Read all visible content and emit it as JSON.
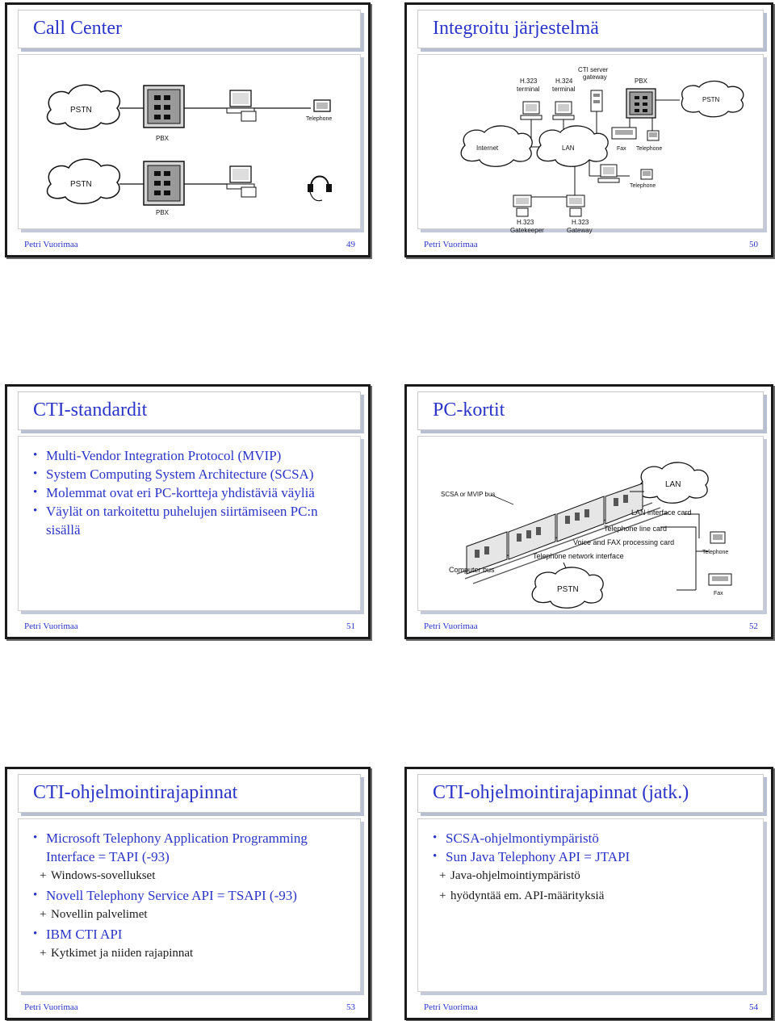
{
  "slides": [
    {
      "title": "Call Center",
      "author": "Petri Vuorimaa",
      "number": "49",
      "diagram": {
        "pstn_top": "PSTN",
        "pbx_top": "PBX",
        "telephone": "Telephone",
        "pstn_bottom": "PSTN",
        "pbx_bottom": "PBX"
      }
    },
    {
      "title": "Integroitu järjestelmä",
      "author": "Petri Vuorimaa",
      "number": "50",
      "diagram": {
        "h323_terminal_1": "H.323",
        "h323_terminal_2": "terminal",
        "h324_terminal_1": "H.324",
        "h324_terminal_2": "terminal",
        "cti_server_1": "CTI server",
        "cti_server_2": "gateway",
        "pbx": "PBX",
        "pstn": "PSTN",
        "internet": "Internet",
        "lan": "LAN",
        "fax": "Fax",
        "telephone_top": "Telephone",
        "telephone_bottom": "Telephone",
        "gatekeeper_1": "H.323",
        "gatekeeper_2": "Gatekeeper",
        "gateway_1": "H.323",
        "gateway_2": "Gateway"
      }
    },
    {
      "title": "CTI-standardit",
      "author": "Petri Vuorimaa",
      "number": "51",
      "bullets": [
        "Multi-Vendor Integration Protocol (MVIP)",
        "System Computing System Architecture (SCSA)",
        "Molemmat ovat eri PC-kortteja yhdistäviä väyliä",
        "Väylät on tarkoitettu puhelujen siirtämiseen PC:n sisällä"
      ]
    },
    {
      "title": "PC-kortit",
      "author": "Petri Vuorimaa",
      "number": "52",
      "diagram": {
        "bus": "SCSA or MVIP bus",
        "lan": "LAN",
        "lan_card": "LAN interface card",
        "line_card": "Telephone line card",
        "voice_fax": "Voice and FAX processing card",
        "telephone": "Telephone",
        "network_if": "Telephone network interface",
        "computer_bus": "Computer bus",
        "pstn": "PSTN",
        "fax": "Fax"
      }
    },
    {
      "title": "CTI-ohjelmointirajapinnat",
      "author": "Petri Vuorimaa",
      "number": "53",
      "items": [
        {
          "level": 1,
          "text": "Microsoft Telephony Application Programming Interface = TAPI (-93)"
        },
        {
          "level": 2,
          "text": "Windows-sovellukset"
        },
        {
          "level": 1,
          "text": "Novell Telephony Service API = TSAPI (-93)"
        },
        {
          "level": 2,
          "text": "Novellin palvelimet"
        },
        {
          "level": 1,
          "text": "IBM CTI API"
        },
        {
          "level": 2,
          "text": "Kytkimet ja niiden rajapinnat"
        }
      ]
    },
    {
      "title": "CTI-ohjelmointirajapinnat (jatk.)",
      "author": "Petri Vuorimaa",
      "number": "54",
      "items": [
        {
          "level": 1,
          "text": "SCSA-ohjelmontiympäristö"
        },
        {
          "level": 1,
          "text": "Sun Java Telephony API = JTAPI"
        },
        {
          "level": 2,
          "text": "Java-ohjelmointiympäristö"
        },
        {
          "level": 2,
          "text": "hyödyntää em. API-määrityksiä"
        }
      ]
    }
  ]
}
